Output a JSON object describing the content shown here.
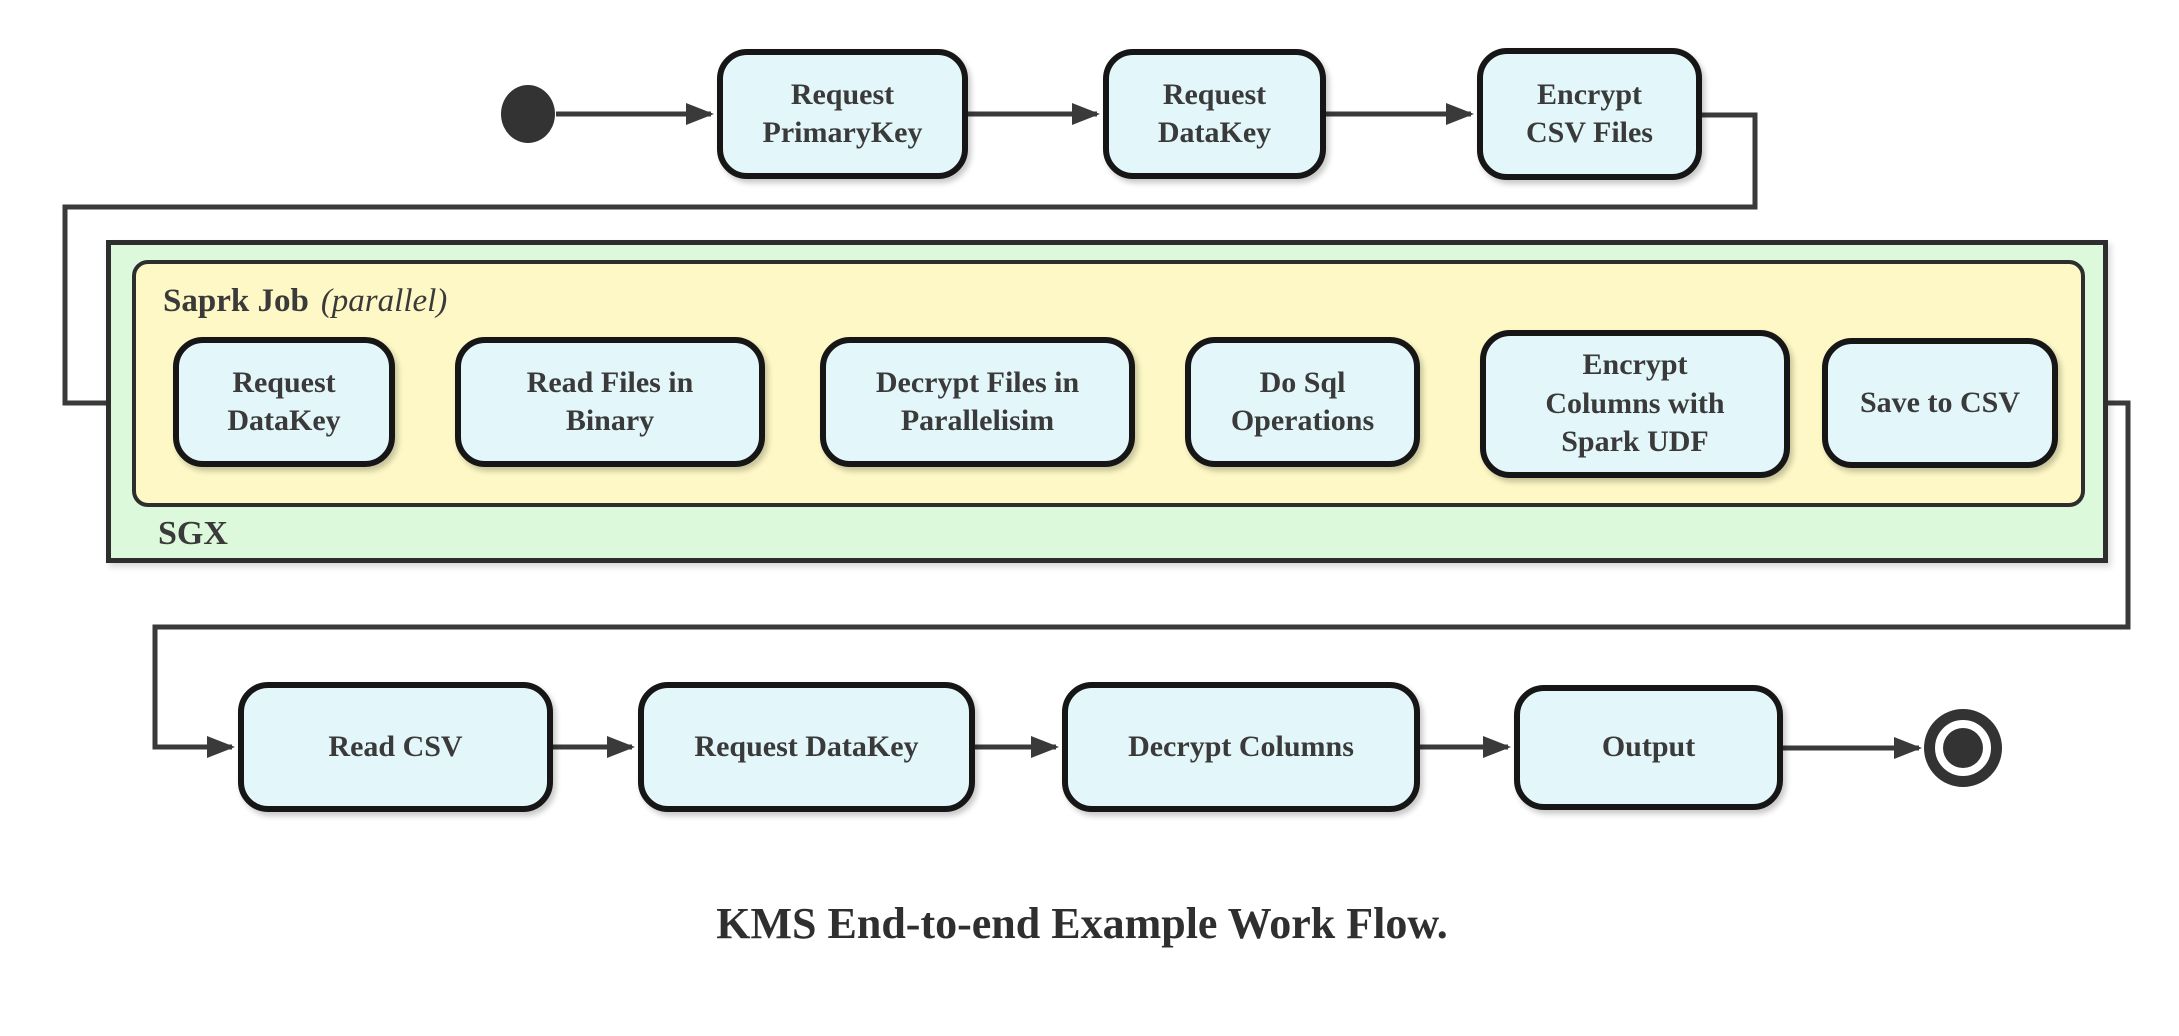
{
  "title": "KMS End-to-end Example Work Flow.",
  "colors": {
    "node_fill": "#e3f6fa",
    "node_border": "#161616",
    "spark_box_fill": "#fdf8c5",
    "sgx_box_fill": "#dcf9dc",
    "connector": "#3a3a3a",
    "text": "#3a3a3a",
    "start_end_marker": "#333333"
  },
  "flow": {
    "start_icon": "start-state",
    "end_icon": "end-state",
    "top": {
      "nodes": [
        {
          "label": "Request\nPrimaryKey"
        },
        {
          "label": "Request\nDataKey"
        },
        {
          "label": "Encrypt\nCSV Files"
        }
      ]
    },
    "sgx": {
      "label": "SGX",
      "spark": {
        "label_bold": "Saprk Job",
        "label_italic": "(parallel)",
        "nodes": [
          {
            "label": "Request\nDataKey"
          },
          {
            "label": "Read Files in\nBinary"
          },
          {
            "label": "Decrypt Files in\nParallelisim"
          },
          {
            "label": "Do Sql\nOperations"
          },
          {
            "label": "Encrypt\nColumns with\nSpark UDF"
          },
          {
            "label": "Save to CSV"
          }
        ]
      }
    },
    "bottom": {
      "nodes": [
        {
          "label": "Read CSV"
        },
        {
          "label": "Request DataKey"
        },
        {
          "label": "Decrypt Columns"
        },
        {
          "label": "Output"
        }
      ]
    }
  }
}
